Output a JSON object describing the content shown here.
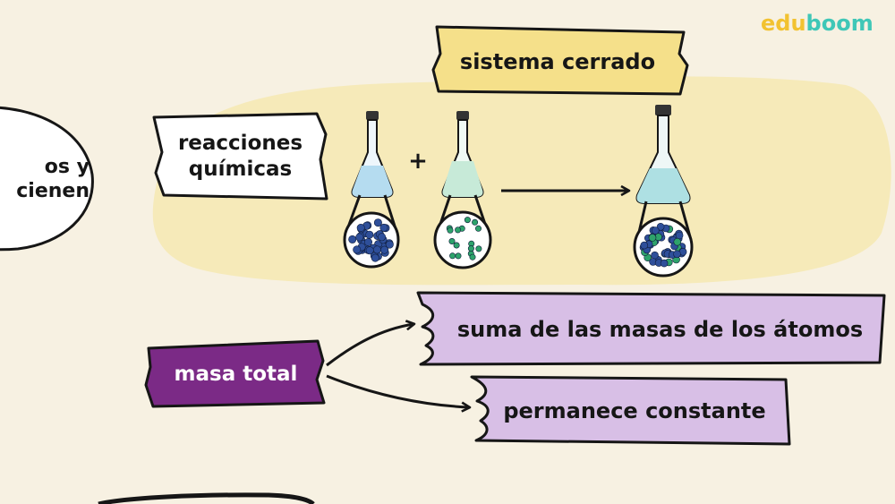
{
  "brand": {
    "part1": "edu",
    "part2": "boom"
  },
  "concepts": {
    "left_cutoff": {
      "line1": "os y",
      "line2": "cienen"
    },
    "closed_system": "sistema cerrado",
    "chemical_reactions": {
      "line1": "reacciones",
      "line2": "químicas"
    },
    "total_mass": "masa total",
    "sum_of_masses": "suma de las masas de los átomos",
    "remains_constant": "permanece constante"
  },
  "reaction": {
    "plus_sign": "+"
  },
  "colors": {
    "background": "#f7f1e2",
    "highlight_blob": "#f6eab9",
    "yellow_note": "#f5e08a",
    "purple_main": "#7b2a86",
    "lilac_note": "#d8bfe6",
    "flask_blue": "#b5dcf0",
    "flask_green": "#c7ead8",
    "flask_teal": "#aee0e3",
    "atom_blue": "#2e4f9a",
    "atom_green": "#2ea36b",
    "ink": "#161616"
  },
  "icons": [
    "flask-icon",
    "molecule-blue-icon",
    "molecule-green-icon",
    "mixed-molecules-icon",
    "arrow-icon"
  ]
}
